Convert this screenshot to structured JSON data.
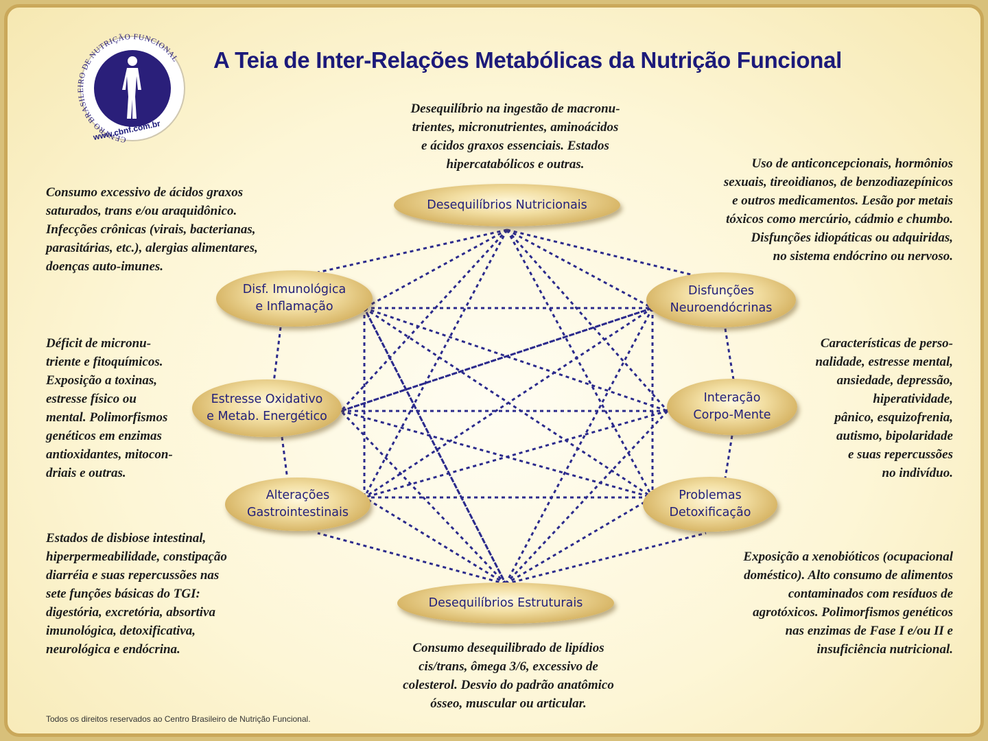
{
  "title": "A Teia de Inter-Relações Metabólicas da Nutrição Funcional",
  "logo": {
    "ring_text": "CENTRO BRASILEIRO DE NUTRIÇÃO FUNCIONAL",
    "url": "www.cbnf.com.br",
    "colors": {
      "ring": "#ffffff",
      "disc": "#2a1f7a"
    }
  },
  "nodes": [
    {
      "id": "nutricionais",
      "label": "Desequilíbrios Nutricionais"
    },
    {
      "id": "neuroendocrinas",
      "label": "Disfunções\nNeuroendócrinas"
    },
    {
      "id": "corpo_mente",
      "label": "Interação\nCorpo-Mente"
    },
    {
      "id": "detoxificacao",
      "label": "Problemas\nDetoxificação"
    },
    {
      "id": "estruturais",
      "label": "Desequilíbrios Estruturais"
    },
    {
      "id": "gastro",
      "label": "Alterações\nGastrointestinais"
    },
    {
      "id": "oxidativo",
      "label": "Estresse Oxidativo\ne Metab. Energético"
    },
    {
      "id": "imunologica",
      "label": "Disf. Imunológica\ne Inflamação"
    }
  ],
  "descriptions": {
    "top": "Desequilíbrio na ingestão de macronu-\ntrientes, micronutrientes, aminoácidos\ne ácidos graxos essenciais. Estados\nhipercatabólicos e outras.",
    "top_right": "Uso de anticoncepcionais, hormônios\nsexuais, tireoidianos, de benzodiazepínicos\ne outros medicamentos. Lesão por metais\ntóxicos como mercúrio, cádmio e chumbo.\nDisfunções idiopáticas ou adquiridas,\nno sistema endócrino ou nervoso.",
    "right": "Características de perso-\nnalidade, estresse mental,\nansiedade, depressão,\nhiperatividade,\npânico, esquizofrenia,\nautismo, bipolaridade\ne suas repercussões\nno indivíduo.",
    "bottom_right": "Exposição a xenobióticos (ocupacional\ndoméstico). Alto consumo de alimentos\ncontaminados com resíduos de\nagrotóxicos. Polimorfismos genéticos\nnas enzimas de Fase I e/ou II e\ninsuficiência nutricional.",
    "bottom": "Consumo desequilibrado de lipídios\ncis/trans, ômega 3/6, excessivo de\ncolesterol. Desvio do padrão anatômico\nósseo, muscular ou articular.",
    "bottom_left": "Estados de disbiose intestinal,\nhiperpermeabilidade, constipação\n diarréia e suas repercussões nas\nsete funções básicas do TGI:\ndigestória, excretória, absortiva\n imunológica, detoxificativa,\nneurológica e endócrina.",
    "left": "Déficit de micronu-\ntriente e fitoquímicos.\nExposição a toxinas,\nestresse físico ou\nmental. Polimorfismos\ngenéticos em enzimas\nantioxidantes, mitocon-\ndriais e outras.",
    "top_left": "Consumo excessivo de ácidos graxos\nsaturados, trans e/ou araquidônico.\nInfecções crônicas (virais, bacterianas,\nparasitárias, etc.), alergias alimentares,\ndoenças auto-imunes."
  },
  "footer": "Todos os direitos reservados ao Centro Brasileiro de Nutrição Funcional.",
  "colors": {
    "title": "#1c1a7a",
    "line": "#2b2a8c",
    "node_text": "#23207a"
  }
}
